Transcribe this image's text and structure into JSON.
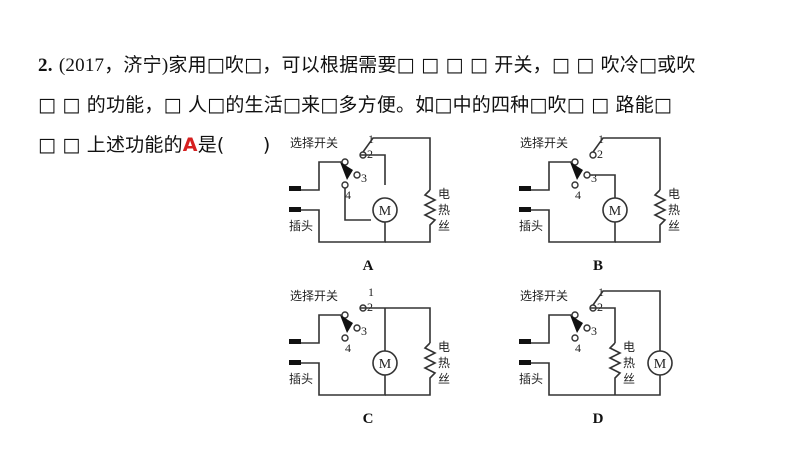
{
  "question": {
    "number": "2",
    "line1_year": "(2017，济宁)",
    "line1_rest": "家用□吹□，可以根据需要□ □ □ □ 开关，□ □ 吹冷□或吹",
    "line2": "□ □ 的功能，□ 人□的生活□来□多方便。如□中的四种□吹□ □ 路能□",
    "line3_pre": "□ □ 上述功能的",
    "line3_mark": "A",
    "line3_post": "是(　　)"
  },
  "circuit_labels": {
    "switch": "选择开关",
    "plug": "插头",
    "heater_1": "电",
    "heater_2": "热",
    "heater_3": "丝",
    "motor": "M",
    "t1": "1",
    "t2": "2",
    "t3": "3",
    "t4": "4"
  },
  "figures": [
    {
      "caption": "A"
    },
    {
      "caption": "B"
    },
    {
      "caption": "C"
    },
    {
      "caption": "D"
    }
  ]
}
